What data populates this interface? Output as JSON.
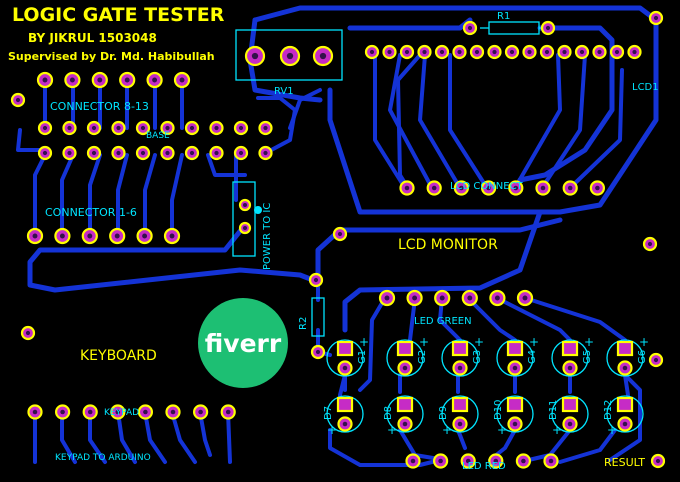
{
  "title": "LOGIC GATE TESTER",
  "author_line": "BY JIKRUL 1503048",
  "supervisor_line": "Supervised by Dr. Md. Habibullah",
  "labels": {
    "rv1": "RV1",
    "r1": "R1",
    "r2": "R2",
    "lcd1": "LCD1",
    "connector_8_13": "CONNECTOR 8-13",
    "base": "BASE",
    "connector_1_6": "CONNECTOR 1-6",
    "power_to_ic": "POWER TO IC",
    "lcd_connect": "LCD CONNECT",
    "lcd_monitor": "LCD MONITOR",
    "led_green": "LED GREEN",
    "led_red": "LED RED",
    "keyboard": "KEYBOARD",
    "keypad": "KEYPAD",
    "keypad_to_arduino": "KEYPAD TO ARDUINO",
    "result": "RESULT",
    "fiverr": "fiverr"
  },
  "green_leds": [
    "G1",
    "G2",
    "G3",
    "G4",
    "G5",
    "G6"
  ],
  "red_leds": [
    "D7",
    "D8",
    "D9",
    "D10",
    "D11",
    "D12"
  ],
  "colors": {
    "background": "#000000",
    "trace": "#1433d6",
    "pad": "#c62bc6",
    "pad_ring": "#ffff00",
    "silkscreen": "#00e5ff",
    "title_text": "#ffff00",
    "badge": "#1dbf73"
  }
}
